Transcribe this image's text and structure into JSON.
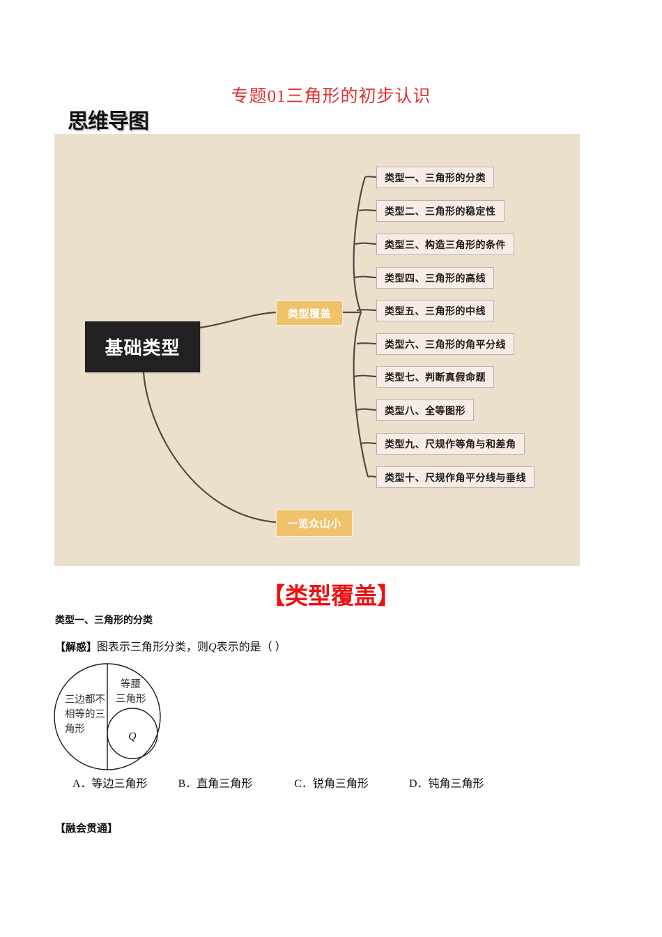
{
  "document": {
    "title": "专题01三角形的初步认识",
    "mindmap_heading": "思维导图",
    "red_section": "【类型覆盖】",
    "type_heading": "类型一、三角形的分类",
    "question": {
      "tag": "【解惑】",
      "text_before": "图表示三角形分类，则",
      "symbol": "Q",
      "text_after": "表示的是（    ）"
    },
    "options": {
      "a": "A．等边三角形",
      "b": "B．直角三角形",
      "c": "C．锐角三角形",
      "d": "D．钝角三角形"
    },
    "bottom_tag": "【融会贯通】"
  },
  "figure": {
    "left_label": "三边都不相等的三角形",
    "left_label_lines": [
      "三边都不",
      "相等的三",
      "角形"
    ],
    "right_label_lines": [
      "等腰",
      "三角形"
    ],
    "inner_label": "Q"
  },
  "mindmap": {
    "root": "基础类型",
    "branches": [
      {
        "label": "类型覆盖"
      },
      {
        "label": "一览众山小"
      }
    ],
    "leaves": [
      "类型一、三角形的分类",
      "类型二、三角形的稳定性",
      "类型三、构造三角形的条件",
      "类型四、三角形的高线",
      "类型五、三角形的中线",
      "类型六、三角形的角平分线",
      "类型七、判断真假命题",
      "类型八、全等图形",
      "类型九、尺规作等角与和差角",
      "类型十、尺规作角平分线与垂线"
    ],
    "colors": {
      "panel_background": "#ece0cd",
      "root_background": "#232021",
      "branch_background": "#f0c26a",
      "leaf_background": "#f7ece6",
      "leaf_border": "#b9b0ab",
      "connector": "#4f4a45"
    }
  },
  "theme": {
    "title_color": "#e03030",
    "red_section_color": "#ef1010",
    "text_color": "#111111"
  }
}
